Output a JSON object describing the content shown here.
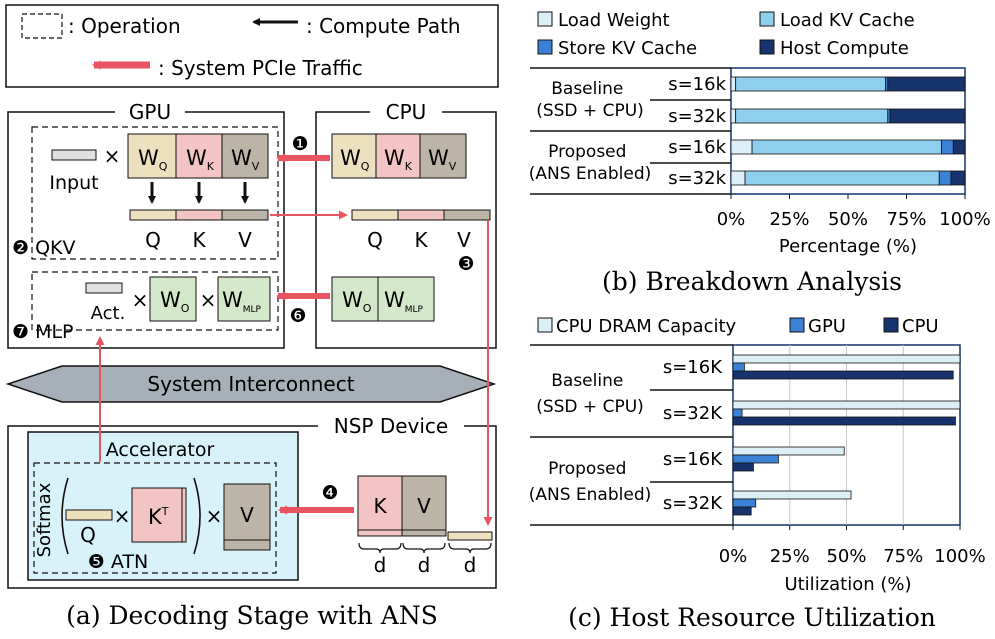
{
  "legend": {
    "operation": ": Operation",
    "compute_path": ": Compute Path",
    "pcie_traffic": ": System PCIe Traffic"
  },
  "panel_a": {
    "caption": "(a) Decoding Stage with ANS",
    "gpu_title": "GPU",
    "cpu_title": "CPU",
    "nsp_title": "NSP Device",
    "interconnect": "System Interconnect",
    "accelerator": "Accelerator",
    "input_label": "Input",
    "act_label": "Act.",
    "times": "×",
    "w_q": {
      "base": "W",
      "sub": "Q"
    },
    "w_k": {
      "base": "W",
      "sub": "K"
    },
    "w_v": {
      "base": "W",
      "sub": "V"
    },
    "w_o": {
      "base": "W",
      "sub": "O"
    },
    "w_mlp": {
      "base": "W",
      "sub": "MLP"
    },
    "qkv_letters": [
      "Q",
      "K",
      "V"
    ],
    "step1": "❶",
    "step2": "❷ QKV",
    "step3": "❸",
    "step4": "❹",
    "step5": "❺ ATN",
    "step6": "❻",
    "step7": "❼ MLP",
    "softmax": "Softmax",
    "q_label": "Q",
    "kt": {
      "base": "K",
      "sup": "T"
    },
    "v_label": "V",
    "k_label": "K",
    "d_label": "d",
    "colors": {
      "wq": "#ede0bf",
      "wk": "#f2c4c4",
      "wv": "#bdb4a8",
      "green": "#d2e8c8",
      "accel": "#d8f2fa",
      "pcie": "#e8545f",
      "input": "#e0e0e0"
    }
  },
  "panel_b": {
    "caption": "(b) Breakdown Analysis",
    "legend": [
      "Load Weight",
      "Load KV Cache",
      "Store KV Cache",
      "Host Compute"
    ],
    "groups": [
      "Baseline\n(SSD + CPU)",
      "Proposed\n(ANS Enabled)"
    ],
    "xlabel": "Percentage (%)",
    "xticks": [
      "0%",
      "25%",
      "50%",
      "75%",
      "100%"
    ]
  },
  "panel_c": {
    "caption": "(c) Host Resource Utilization",
    "legend": [
      "CPU DRAM Capacity",
      "GPU",
      "CPU"
    ],
    "groups": [
      "Baseline\n(SSD + CPU)",
      "Proposed\n(ANS Enabled)"
    ],
    "xlabel": "Utilization (%)",
    "xticks": [
      "0%",
      "25%",
      "50%",
      "75%",
      "100%"
    ]
  },
  "chart_data": [
    {
      "type": "bar",
      "orientation": "horizontal",
      "stacked": true,
      "categories": [
        "s=16k",
        "s=32k",
        "s=16k",
        "s=32k"
      ],
      "groups": [
        "Baseline (SSD + CPU)",
        "Baseline (SSD + CPU)",
        "Proposed (ANS Enabled)",
        "Proposed (ANS Enabled)"
      ],
      "series": [
        {
          "name": "Load Weight",
          "values": [
            2,
            2,
            9,
            6
          ],
          "color": "#dceef6"
        },
        {
          "name": "Load KV Cache",
          "values": [
            64,
            65,
            81,
            83
          ],
          "color": "#8fcfee"
        },
        {
          "name": "Store KV Cache",
          "values": [
            1,
            1,
            5,
            5
          ],
          "color": "#3b82d6"
        },
        {
          "name": "Host Compute",
          "values": [
            33,
            32,
            5,
            6
          ],
          "color": "#16336e"
        }
      ],
      "xlabel": "Percentage (%)",
      "xlim": [
        0,
        100
      ],
      "legend_position": "top"
    },
    {
      "type": "bar",
      "orientation": "horizontal",
      "stacked": false,
      "categories": [
        "s=16K",
        "s=32K",
        "s=16K",
        "s=32K"
      ],
      "groups": [
        "Baseline (SSD + CPU)",
        "Baseline (SSD + CPU)",
        "Proposed (ANS Enabled)",
        "Proposed (ANS Enabled)"
      ],
      "series": [
        {
          "name": "CPU DRAM Capacity",
          "values": [
            100,
            100,
            49,
            52
          ],
          "color": "#dceef6"
        },
        {
          "name": "GPU",
          "values": [
            5,
            4,
            20,
            10
          ],
          "color": "#3b82d6"
        },
        {
          "name": "CPU",
          "values": [
            97,
            98,
            9,
            8
          ],
          "color": "#16336e"
        }
      ],
      "xlabel": "Utilization (%)",
      "xlim": [
        0,
        100
      ],
      "grid": true,
      "legend_position": "top"
    }
  ]
}
